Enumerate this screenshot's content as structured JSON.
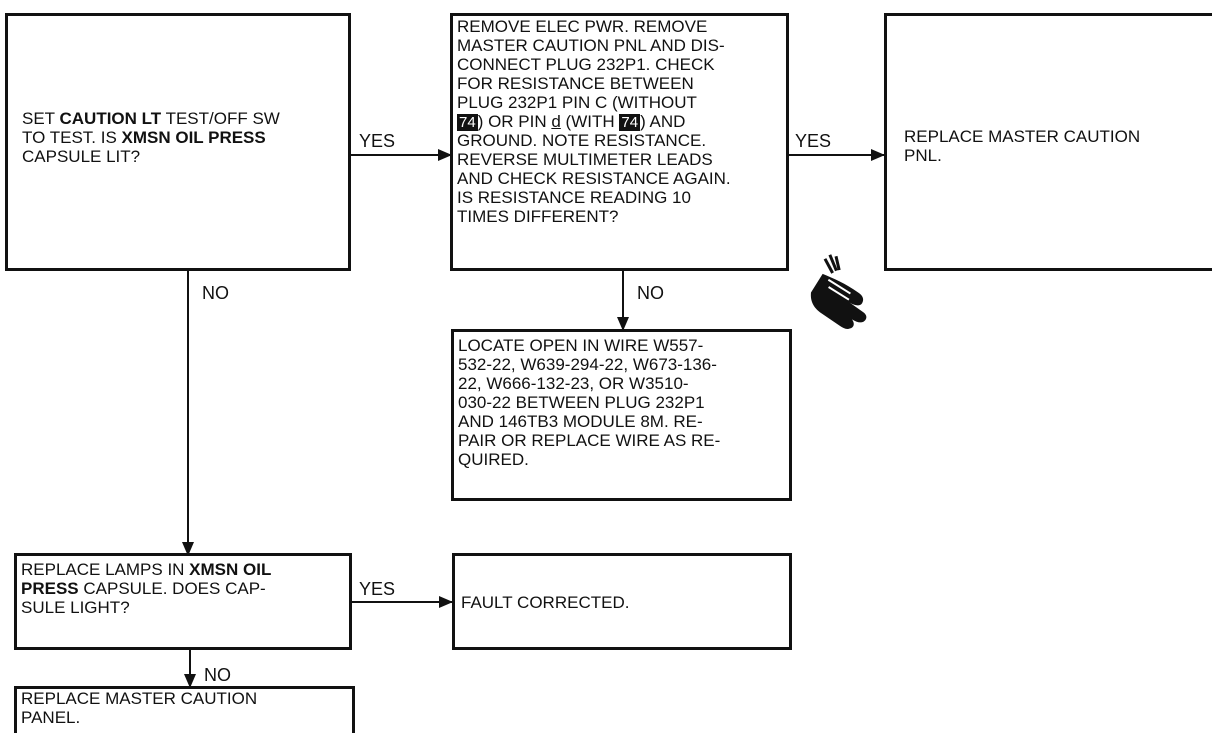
{
  "box_set_caution": {
    "l1a": "SET ",
    "l1b": "CAUTION LT",
    "l1c": " TEST/OFF SW",
    "l2a": "TO TEST. IS ",
    "l2b": "XMSN OIL PRESS",
    "l3": "CAPSULE LIT?"
  },
  "box_remove_power": {
    "lines": [
      "REMOVE ELEC PWR. REMOVE",
      "MASTER CAUTION PNL AND DIS-",
      "CONNECT PLUG 232P1. CHECK",
      "FOR RESISTANCE BETWEEN",
      "PLUG 232P1 PIN C (WITHOUT"
    ],
    "l6a": ") OR PIN ",
    "l6b": "d",
    "l6c": " (WITH ",
    "l6d": ") AND",
    "tag": "74",
    "lines_b": [
      "GROUND. NOTE RESISTANCE.",
      "REVERSE MULTIMETER LEADS",
      "AND CHECK RESISTANCE AGAIN.",
      "IS RESISTANCE READING 10",
      "TIMES DIFFERENT?"
    ]
  },
  "box_replace_panel": {
    "lines": [
      "REPLACE MASTER CAUTION",
      "PNL."
    ]
  },
  "box_locate_open": {
    "lines": [
      "LOCATE OPEN IN WIRE W557-",
      "532-22, W639-294-22, W673-136-",
      "22, W666-132-23, OR W3510-",
      "030-22 BETWEEN PLUG 232P1",
      "AND 146TB3 MODULE 8M. RE-",
      "PAIR OR REPLACE WIRE AS RE-",
      "QUIRED."
    ]
  },
  "box_replace_lamps": {
    "l1a": "REPLACE LAMPS IN ",
    "l1b": "XMSN OIL",
    "l2a": "PRESS",
    "l2b": " CAPSULE. DOES CAP-",
    "l3": "SULE LIGHT?"
  },
  "box_fault_corrected": {
    "text": "FAULT CORRECTED."
  },
  "box_replace_master_panel": {
    "lines": [
      "REPLACE MASTER CAUTION",
      "PANEL."
    ]
  },
  "labels": {
    "yes1": "YES",
    "yes2": "YES",
    "yes3": "YES",
    "no1": "NO",
    "no2": "NO",
    "no3": "NO"
  },
  "icons": {
    "pointer": "pointing-hand-icon"
  },
  "colors": {
    "ink": "#111111",
    "paper": "#ffffff",
    "tag_bg": "#111111",
    "tag_fg": "#ffffff"
  }
}
